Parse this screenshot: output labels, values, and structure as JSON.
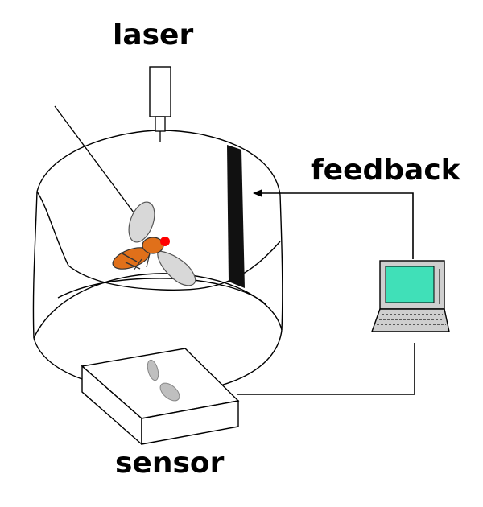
{
  "labels": {
    "laser": "laser",
    "feedback": "feedback",
    "sensor": "sensor"
  },
  "icons": {
    "laser": "laser-emitter-icon",
    "fly": "fruit-fly-icon",
    "computer": "laptop-computer-icon",
    "sensor": "optical-sensor-icon"
  },
  "colors": {
    "line": "#000000",
    "fly_body": "#e0701a",
    "fly_eye": "#ff0000",
    "fly_wing": "#d8d8d8",
    "laptop_screen": "#40e0b8",
    "laptop_body": "#cfcfcf",
    "panel": "#111111"
  }
}
